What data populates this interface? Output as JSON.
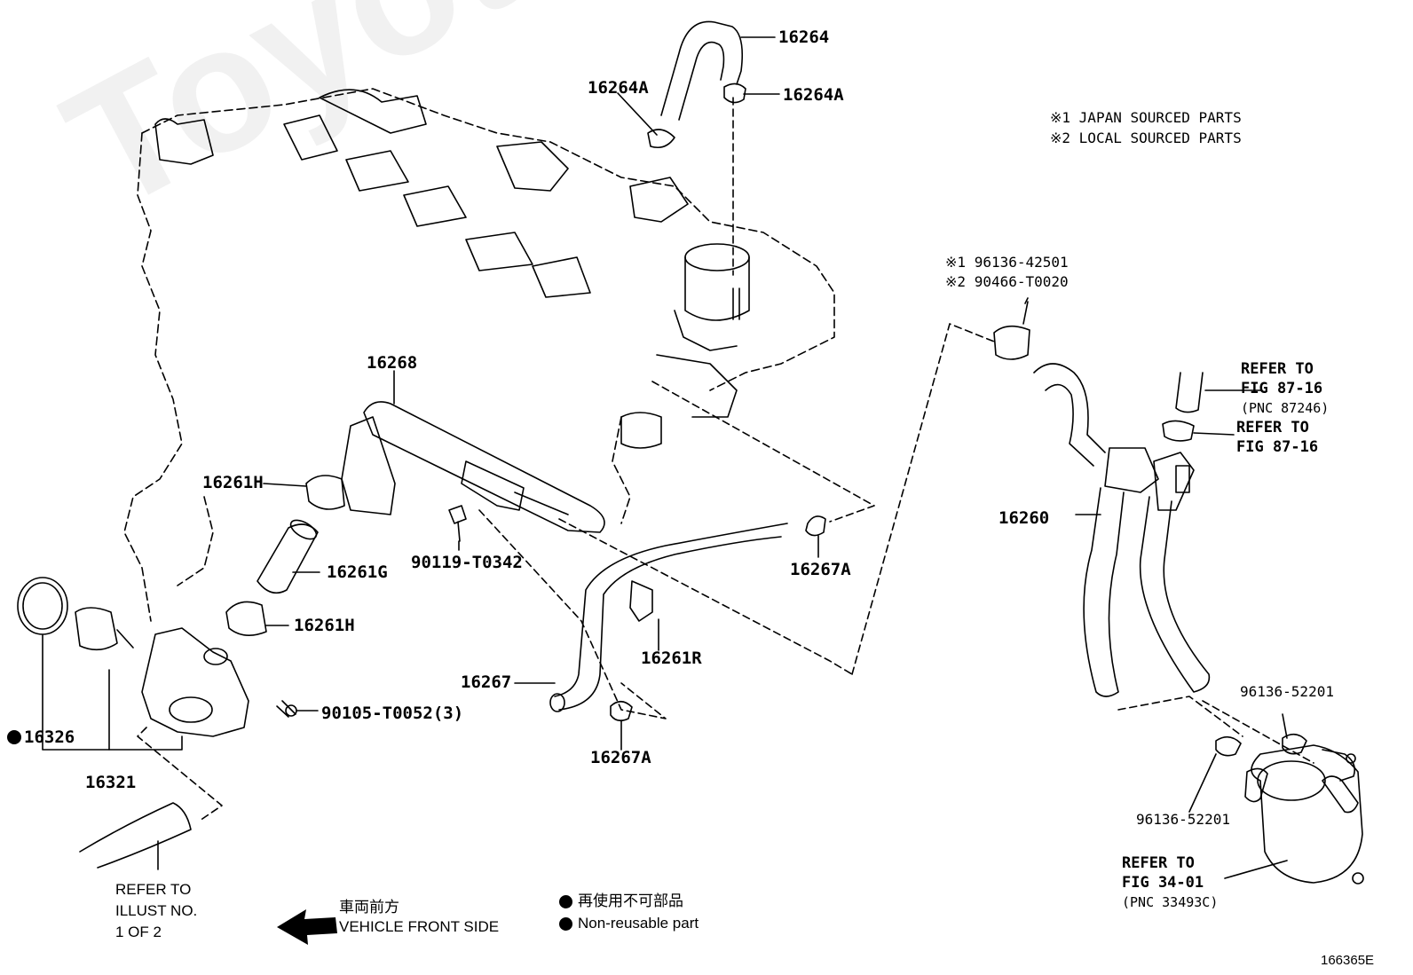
{
  "watermark": "ToyotaCarMine.ru",
  "parts": {
    "p16264": "16264",
    "p16264A_left": "16264A",
    "p16264A_right": "16264A",
    "p16268": "16268",
    "p16261H_top": "16261H",
    "p16261G": "16261G",
    "p16261H_bottom": "16261H",
    "p90119": "90119-T0342",
    "p16267A_right": "16267A",
    "p16261R": "16261R",
    "p16267": "16267",
    "p16267A_bottom": "16267A",
    "p90105": "90105-T0052(3)",
    "p16326": "16326",
    "p16321": "16321",
    "p16260": "16260",
    "p96136_a": "96136-42501",
    "p90466": "90466-T0020",
    "p96136_right": "96136-52201",
    "p96136_lower": "96136-52201"
  },
  "legend_sourcing": {
    "line1": "※1 JAPAN SOURCED PARTS",
    "line2": "※2 LOCAL SOURCED PARTS",
    "mark1": "※1",
    "mark2": "※2"
  },
  "refs": {
    "fig87_pnc_line1": "REFER TO",
    "fig87_pnc_line2": "FIG 87-16",
    "fig87_pnc_line3": "(PNC 87246)",
    "fig87_line1": "REFER TO",
    "fig87_line2": "FIG 87-16",
    "fig34_line1": "REFER TO",
    "fig34_line2": "FIG 34-01",
    "fig34_line3": "(PNC 33493C)",
    "illust_line1": "REFER TO",
    "illust_line2": "ILLUST NO.",
    "illust_line3": "1 OF 2"
  },
  "legend_bottom": {
    "front_jp": "車両前方",
    "front_en": "VEHICLE FRONT SIDE",
    "nonreuse_jp": "再使用不可部品",
    "nonreuse_en": "Non-reusable part"
  },
  "figure_id": "166365E"
}
